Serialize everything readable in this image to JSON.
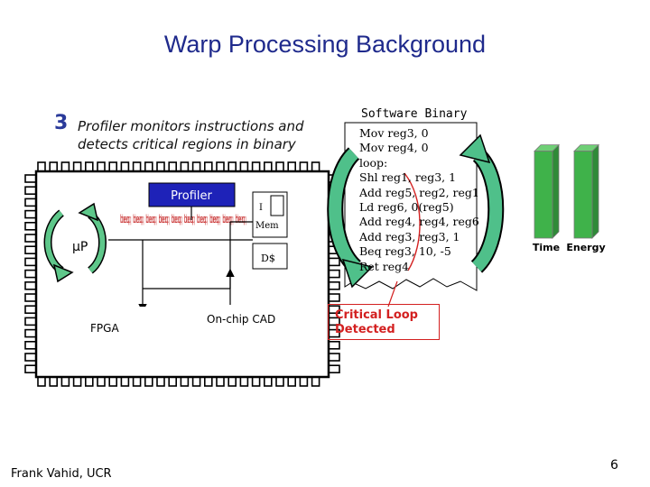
{
  "slide": {
    "title": "Warp Processing Background",
    "step_number": "3",
    "step_text": "Profiler monitors instructions and detects critical regions in binary",
    "author": "Frank Vahid, UCR",
    "page_number": "6"
  },
  "chip": {
    "profiler_label": "Profiler",
    "processor_label": "µP",
    "imem_label_line1": "I",
    "imem_label_line2": "Mem",
    "dcache_label": "D$",
    "fpga_label": "FPGA",
    "cad_label": "On-chip CAD",
    "profiler_scribble": "beq beq beq beq beq beq beq beq beq beq"
  },
  "binary": {
    "title": "Software Binary",
    "lines": [
      "Mov reg3, 0",
      "Mov reg4, 0",
      "loop:",
      "Shl reg1, reg3, 1",
      "Add reg5, reg2, reg1",
      "Ld reg6, 0(reg5)",
      "Add reg4, reg4, reg6",
      "Add reg3, reg3, 1",
      "Beq reg3, 10, -5",
      "Ret reg4"
    ]
  },
  "callout": {
    "text_line1": "Critical Loop",
    "text_line2": "Detected"
  },
  "chart_data": {
    "type": "bar",
    "categories": [
      "Time",
      "Energy"
    ],
    "values": [
      1.0,
      1.0
    ],
    "ylim": [
      0,
      1.1
    ],
    "title": "",
    "xlabel": "",
    "ylabel": "",
    "bar_color": "#3fb24a",
    "axis_labels_visible": true
  },
  "colors": {
    "title": "#1f2a8c",
    "accent_blue": "#1e22b8",
    "callout_red": "#d32020",
    "arrow_green": "#4fc08a",
    "bar_green": "#3fb24a"
  }
}
